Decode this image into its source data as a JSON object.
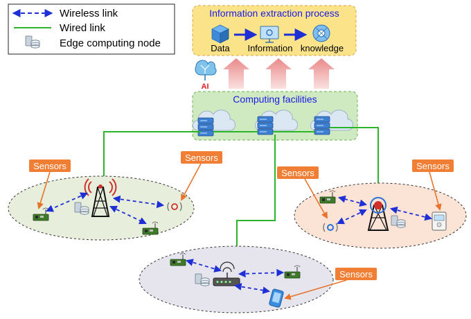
{
  "legend": {
    "wireless_label": "Wireless link",
    "wired_label": "Wired link",
    "edge_node_label": "Edge computing node"
  },
  "extraction": {
    "title": "Information extraction process",
    "steps": [
      "Data",
      "Information",
      "knowledge"
    ]
  },
  "ai_label": "AI",
  "computing": {
    "title": "Computing facilities"
  },
  "sensor_tags": [
    "Sensors",
    "Sensors",
    "Sensors",
    "Sensors",
    "Sensors"
  ],
  "colors": {
    "wireless": "#1f2fd6",
    "wired": "#2bb52b",
    "sensor_tag": "#f07f35",
    "title_blue": "#1a1ae6",
    "extraction_bg": "#fbe38a",
    "computing_bg": "#cfe9c0",
    "cloud": "#dbe7f3",
    "up_arrow": "#f2a7a7"
  }
}
